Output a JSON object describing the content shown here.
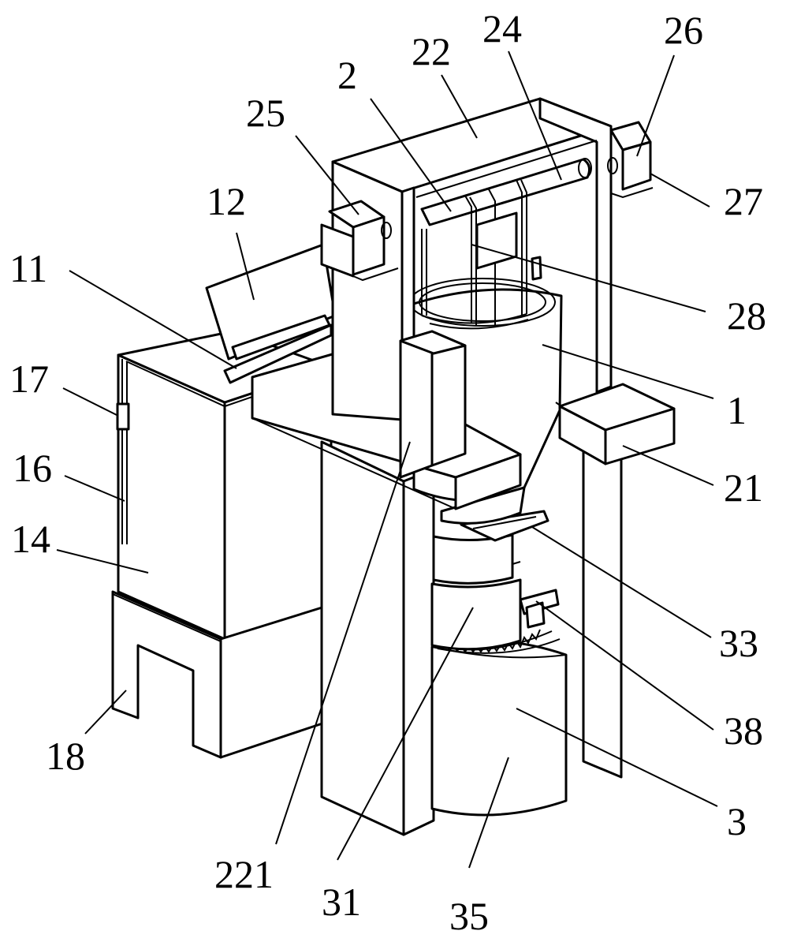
{
  "figure": {
    "labels": {
      "l2": "2",
      "l22": "22",
      "l24": "24",
      "l26": "26",
      "l25": "25",
      "l27": "27",
      "l12": "12",
      "l11": "11",
      "l28": "28",
      "l17": "17",
      "l1": "1",
      "l16": "16",
      "l21": "21",
      "l14": "14",
      "l33": "33",
      "l38": "38",
      "l18": "18",
      "l3": "3",
      "l221": "221",
      "l31": "31",
      "l35": "35"
    }
  }
}
